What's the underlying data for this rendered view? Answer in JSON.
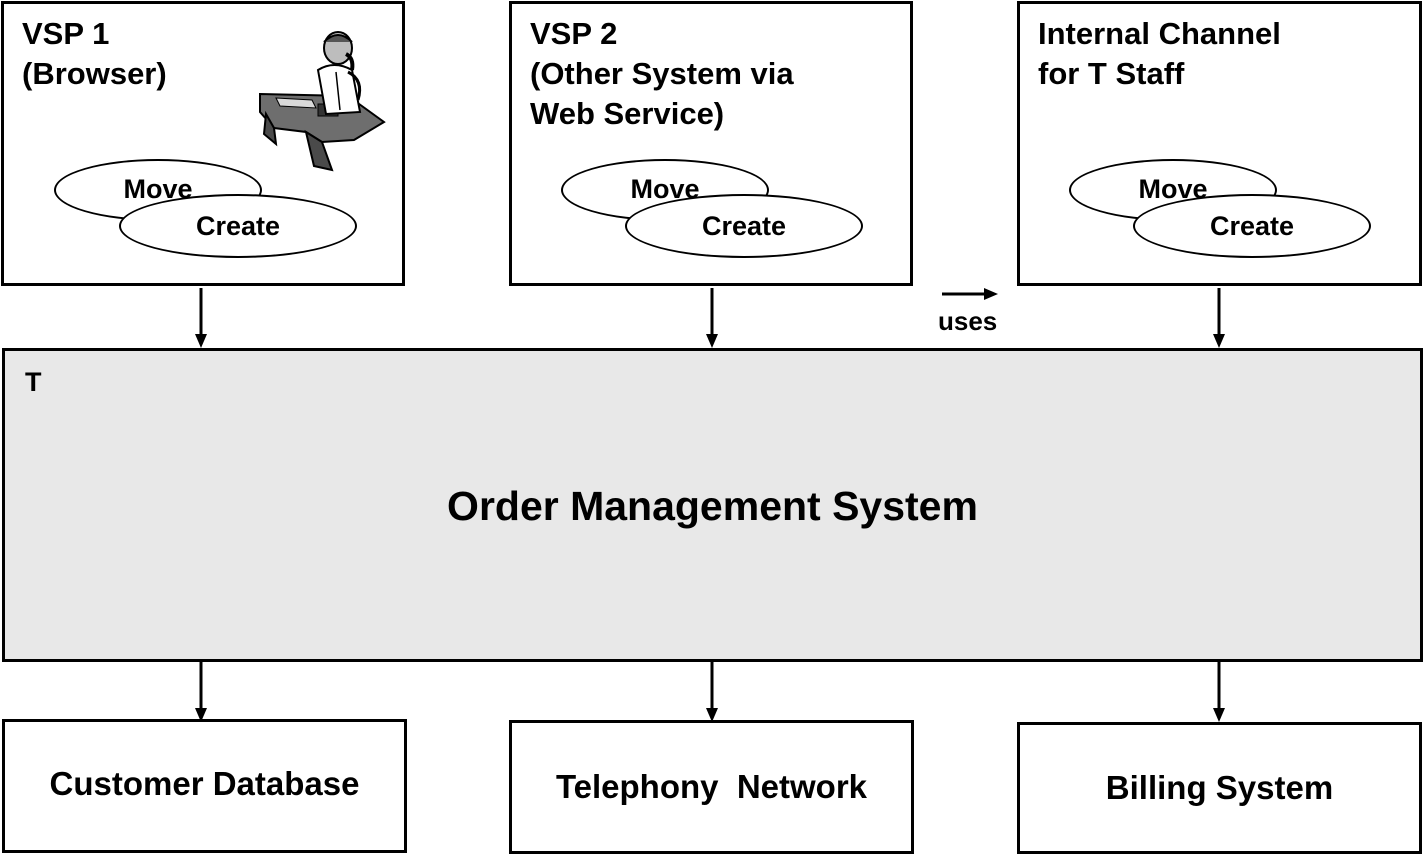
{
  "channels": [
    {
      "title": "VSP 1\n(Browser)",
      "move": "Move",
      "create": "Create"
    },
    {
      "title": "VSP 2\n(Other System via\nWeb Service)",
      "move": "Move",
      "create": "Create"
    },
    {
      "title": "Internal Channel\nfor T Staff",
      "move": "Move",
      "create": "Create"
    }
  ],
  "legend": {
    "uses": "uses"
  },
  "main": {
    "corner_label": "T",
    "title": "Order Management System"
  },
  "backends": [
    {
      "label": "Customer Database"
    },
    {
      "label": "Telephony  Network"
    },
    {
      "label": "Billing System"
    }
  ],
  "colors": {
    "main_fill": "#e8e8e8",
    "line": "#000000",
    "clerk_fill": "#8c8c8c"
  },
  "icons": {
    "clerk": "clerk-at-desk-icon"
  }
}
